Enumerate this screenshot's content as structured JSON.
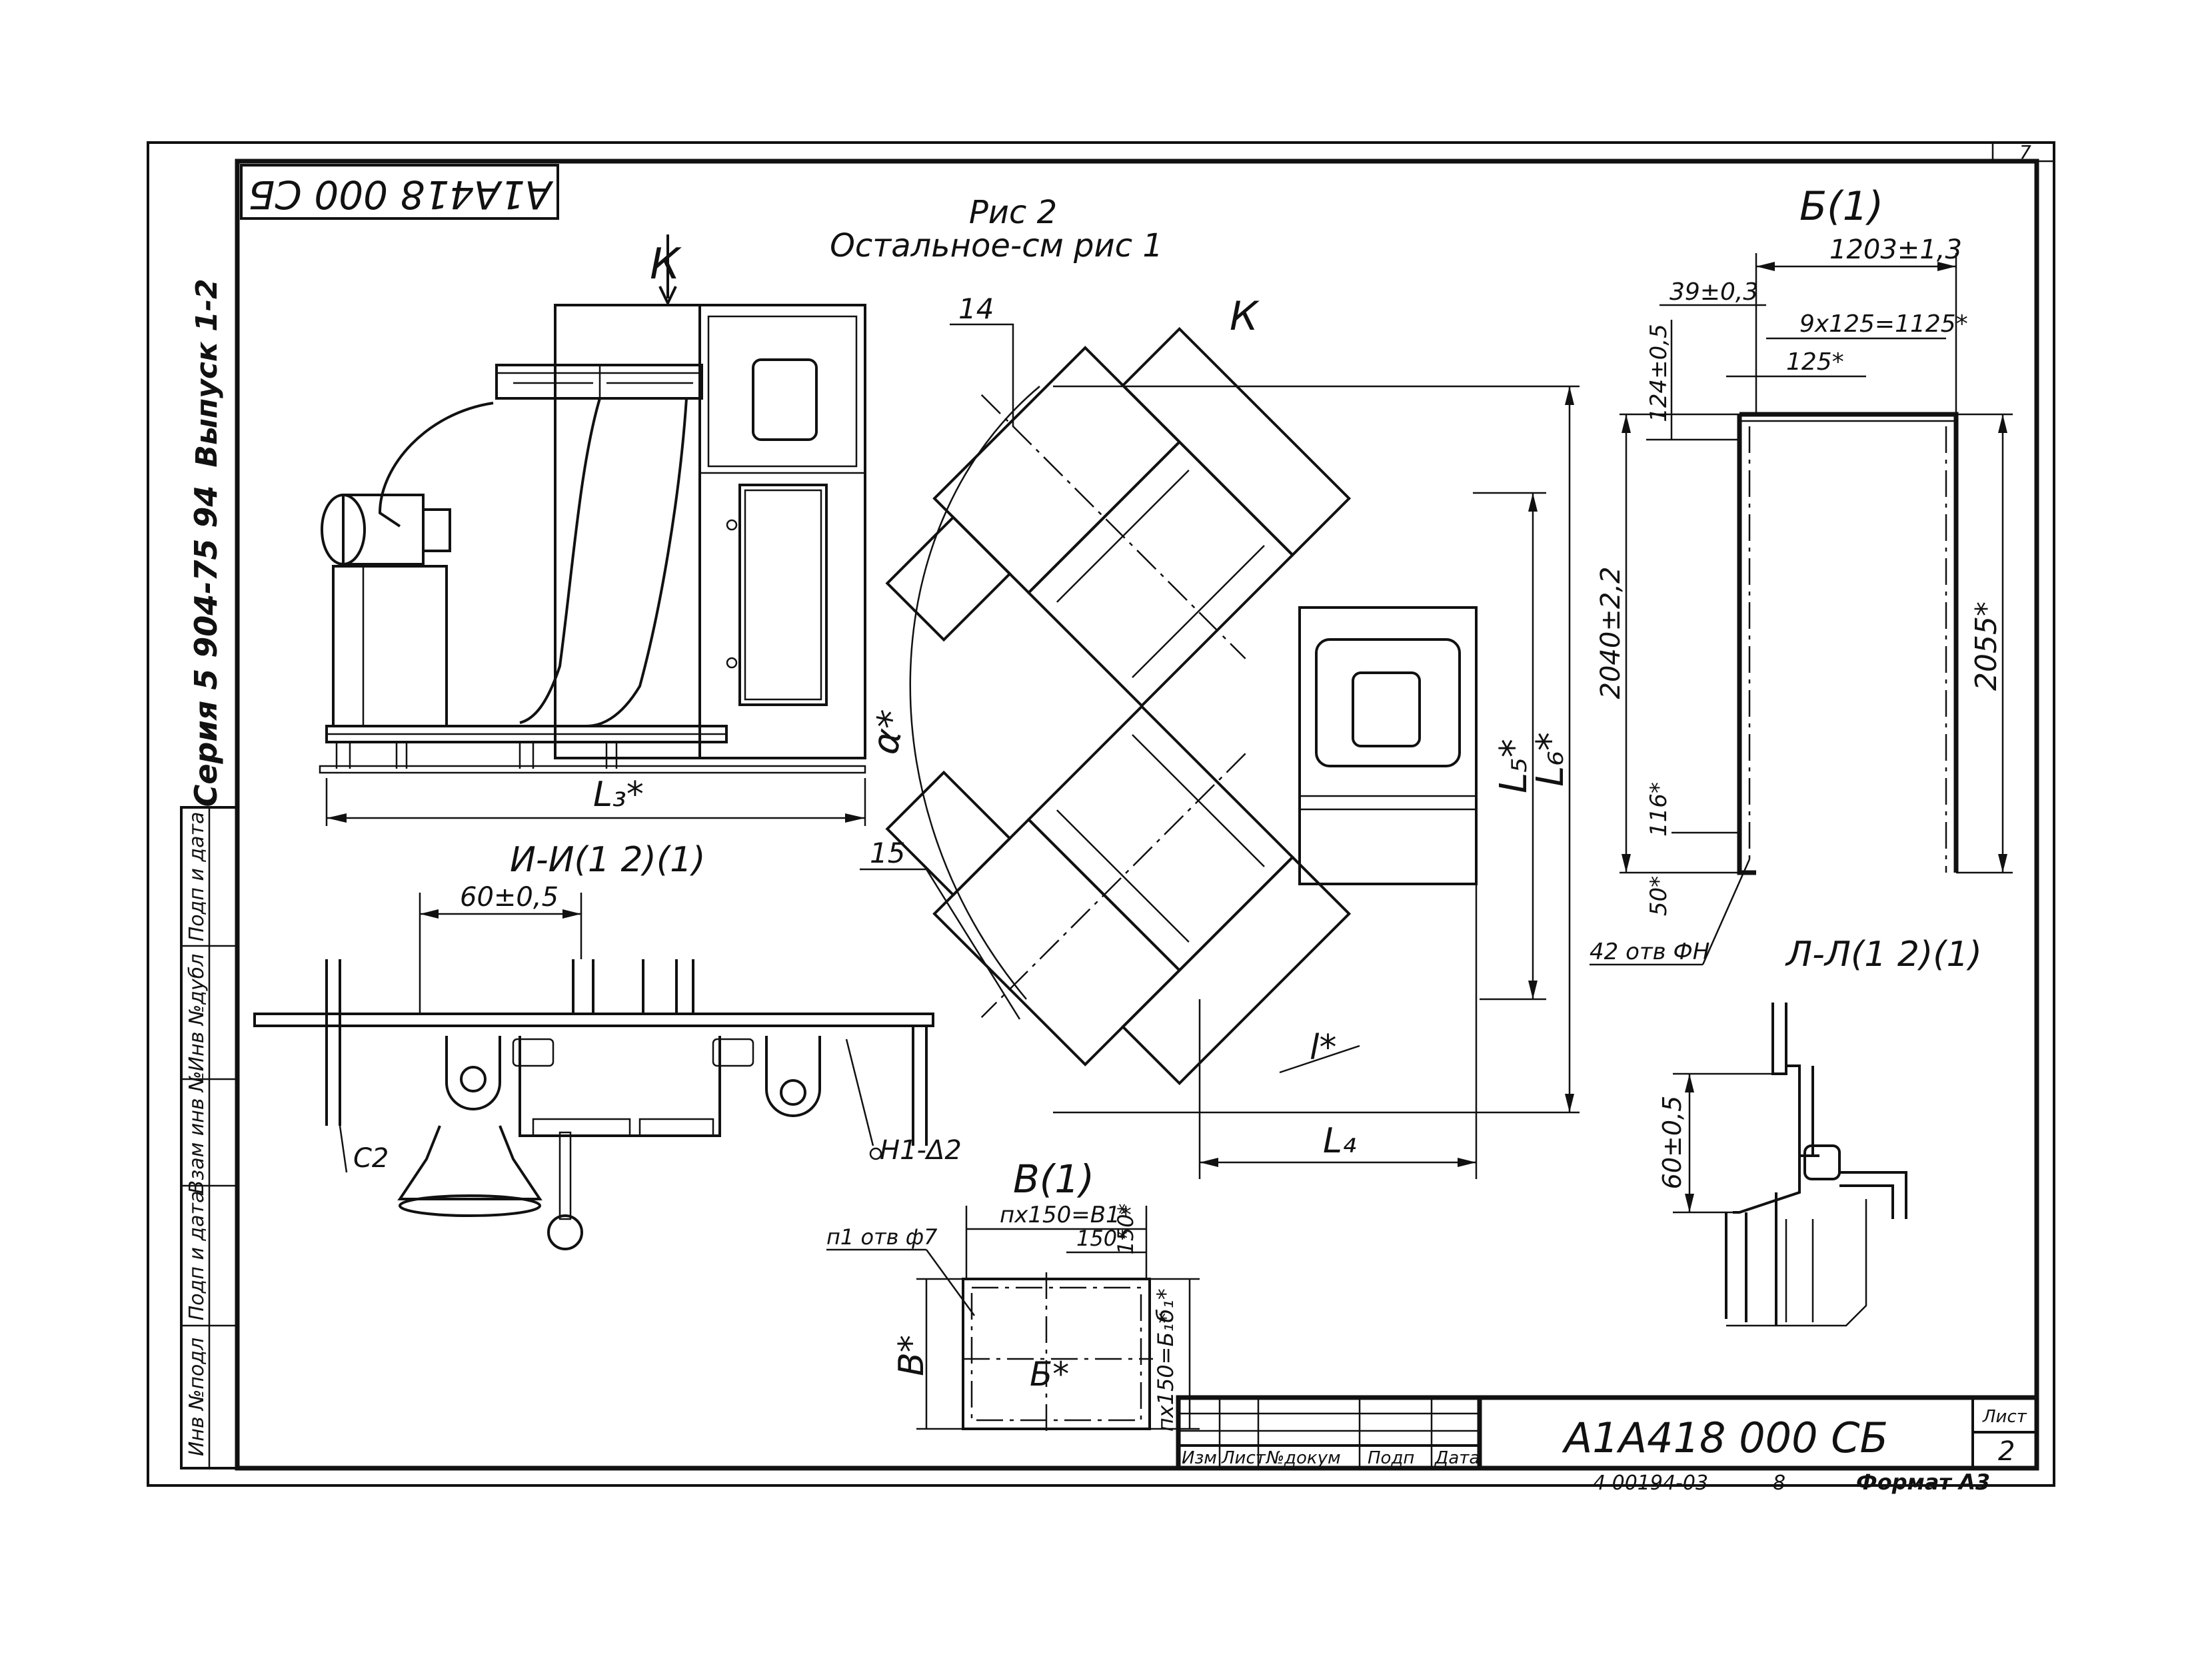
{
  "drawing": {
    "code_top_mirrored": "А1А418 000 СБ",
    "title_line1": "Рис 2",
    "title_line2": "Остальное-см рис 1",
    "sheet_corner_number": "7",
    "side_labels": {
      "issue": "Выпуск 1-2",
      "series": "Серия 5 904-75 94"
    },
    "side_stamp_cells": [
      "Подп и дата",
      "Инв №дубл",
      "Взам инв №",
      "Подп и дата",
      "Инв №подл"
    ]
  },
  "views": {
    "k_arrow_label": "К",
    "k_view_label": "К",
    "section_ii_label": "И-И(1 2)(1)",
    "view_b_label": "Б(1)",
    "view_v_label": "В(1)",
    "section_ll_label": "Л-Л(1 2)(1)"
  },
  "dimensions": {
    "L3": "L₃*",
    "L4": "L₄",
    "L5": "L₅*",
    "L6": "L₆*",
    "alpha": "α*",
    "l": "l*",
    "d60_ii": "60±0,5",
    "c2": "С2",
    "h1": "Н1-Δ2",
    "pos14": "14",
    "pos15": "15",
    "b_1203": "1203±1,3",
    "b_39": "39±0,3",
    "b_9x125": "9x125=1125*",
    "b_125": "125*",
    "b_124": "124±0,5",
    "b_2040": "2040±2,2",
    "b_2055": "2055*",
    "b_116": "116*",
    "b_50": "50*",
    "b_holes": "42 отв ФН",
    "v_nx150": "пх150=В1*",
    "v_150a": "150*",
    "v_150b": "150*",
    "v_holes": "п1 отв ф7",
    "v_B": "В*",
    "v_Bs": "Б*",
    "v_nx150b": "пх150=Б₁*",
    "v_b1": "б₁*",
    "ll_60": "60±0,5"
  },
  "title_block": {
    "headers": [
      "Изм",
      "Лист",
      "№докум",
      "Подп",
      "Дата"
    ],
    "code": "А1А418 000 СБ",
    "sheet_label": "Лист",
    "sheet_number": "2",
    "bottom_ref": "4 00194-03",
    "bottom_ref2": "8",
    "format": "Формат А3"
  }
}
